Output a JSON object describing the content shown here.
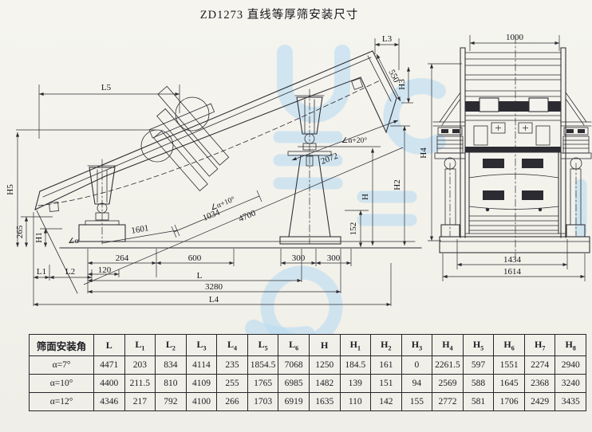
{
  "title": "ZD1273 直线等厚筛安装尺寸",
  "colors": {
    "paper": "#f4f3ee",
    "ink": "#2c2b31",
    "watermark": "#b9dcf2"
  },
  "side_view_labels": {
    "l5": "L5",
    "h5": "H5",
    "v265": "265",
    "h1": "H1",
    "angle_a": "∠α",
    "l1": "L1",
    "l2": "L2",
    "v264": "264",
    "v120": "120",
    "v600": "600",
    "v1601": "1601",
    "v1034": "1034",
    "angle_a10": "∠α+10°",
    "v4700": "4700",
    "v2072": "2072",
    "angle_a20": "∠α+20°",
    "l3": "L3",
    "v550": "550",
    "h3": "H3",
    "h2": "H2",
    "h": "H",
    "v152": "152",
    "v300_left": "300",
    "v300_right": "300",
    "l": "L",
    "v3280": "3280",
    "l4": "L4"
  },
  "front_view_labels": {
    "v1000": "1000",
    "h4": "H4",
    "v1434": "1434",
    "v1614": "1614"
  },
  "table": {
    "corner_header": "筛面安装角",
    "column_headers": [
      "L",
      "L1",
      "L2",
      "L3",
      "L4",
      "L5",
      "L6",
      "H",
      "H1",
      "H2",
      "H3",
      "H4",
      "H5",
      "H6",
      "H7",
      "H8"
    ],
    "rows": [
      {
        "angle": "α=7°",
        "values": [
          "4471",
          "203",
          "834",
          "4114",
          "235",
          "1854.5",
          "7068",
          "1250",
          "184.5",
          "161",
          "0",
          "2261.5",
          "597",
          "1551",
          "2274",
          "2940"
        ]
      },
      {
        "angle": "α=10°",
        "values": [
          "4400",
          "211.5",
          "810",
          "4109",
          "255",
          "1765",
          "6985",
          "1482",
          "139",
          "151",
          "94",
          "2569",
          "588",
          "1645",
          "2368",
          "3240"
        ]
      },
      {
        "angle": "α=12°",
        "values": [
          "4346",
          "217",
          "792",
          "4100",
          "266",
          "1703",
          "6919",
          "1635",
          "110",
          "142",
          "155",
          "2772",
          "581",
          "1706",
          "2429",
          "3435"
        ]
      }
    ]
  }
}
